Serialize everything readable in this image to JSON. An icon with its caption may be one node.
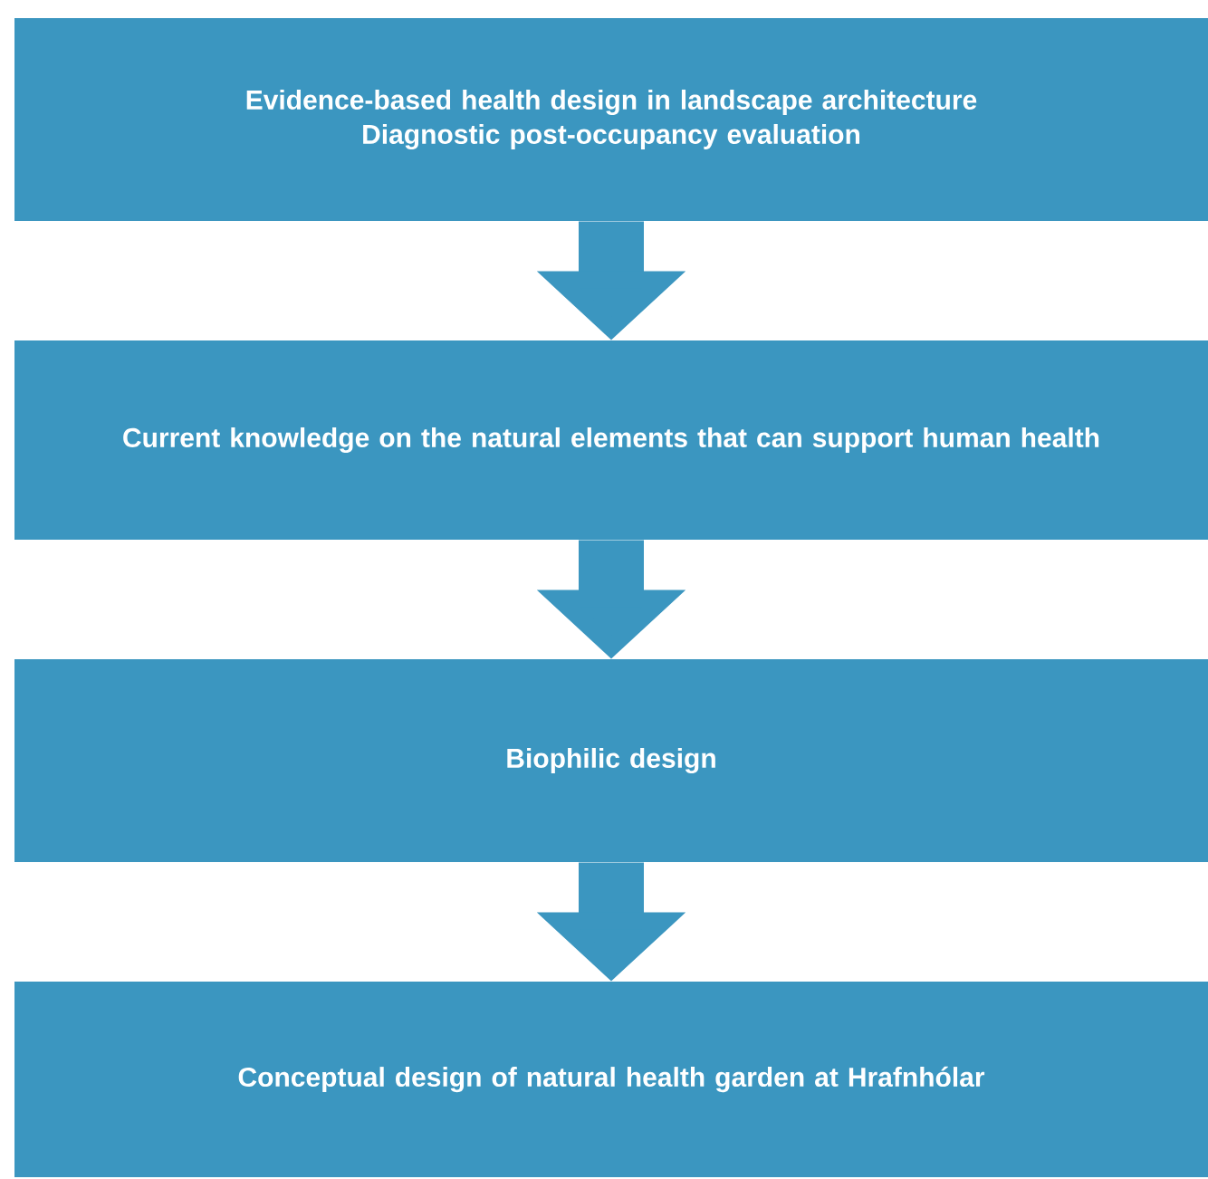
{
  "diagram": {
    "nodes": [
      {
        "text": [
          "Evidence-based health design in landscape architecture",
          "Diagnostic post-occupancy evaluation"
        ]
      },
      {
        "text": [
          "Current knowledge on the natural elements that can support human health"
        ]
      },
      {
        "text": [
          "Biophilic design"
        ]
      },
      {
        "text": [
          "Conceptual design of natural health garden at Hrafnhólar"
        ]
      }
    ],
    "edges": [
      {
        "from": 0,
        "to": 1,
        "arrow": "to"
      },
      {
        "from": 1,
        "to": 2,
        "arrow": "to"
      },
      {
        "from": 2,
        "to": 3,
        "arrow": "to"
      }
    ]
  }
}
